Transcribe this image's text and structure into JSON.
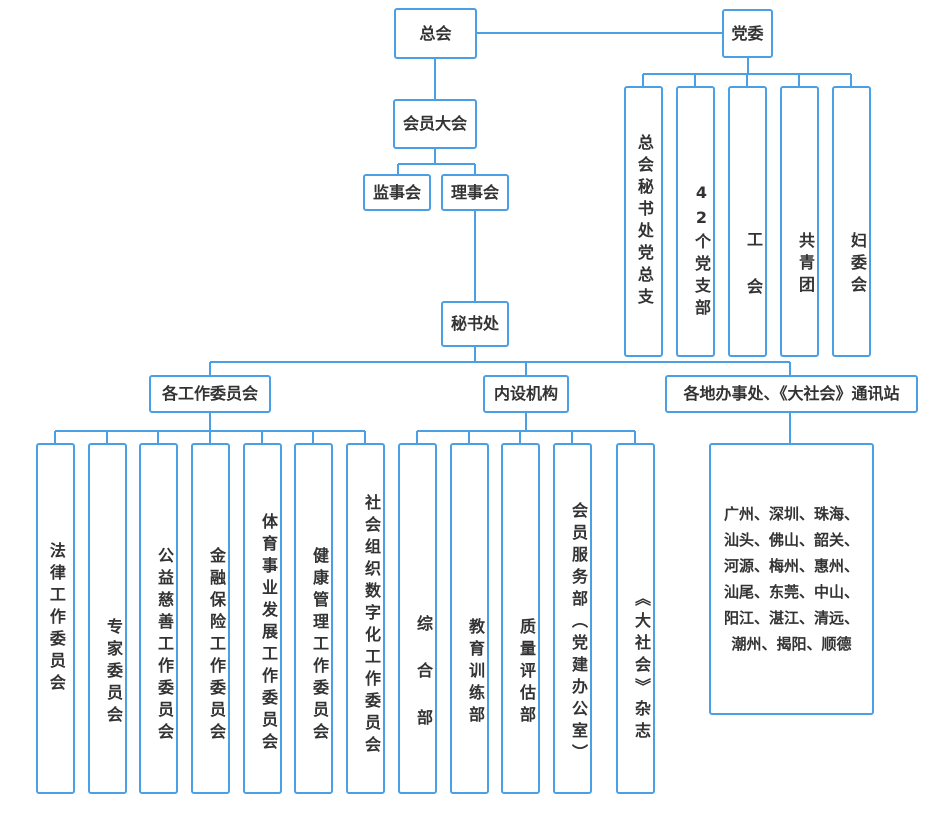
{
  "nodes": {
    "zonghui": "总会",
    "dangwei": "党委",
    "huiyuan_dahui": "会员大会",
    "jianshi": "监事会",
    "lishi": "理事会",
    "mishuchu": "秘书处",
    "gongzuo_weiyuanhui": "各工作委员会",
    "neishe_jigou": "内设机构",
    "difang": "各地办事处、《大社会》通讯站"
  },
  "party_units": [
    "总会秘书处党总支",
    "42个党支部",
    "工 会",
    "共青团",
    "妇委会"
  ],
  "committees": [
    "法律工作委员会",
    "专家委员会",
    "公益慈善工作委员会",
    "金融保险工作委员会",
    "体育事业发展工作委员会",
    "健康管理工作委员会",
    "社会组织数字化工作委员会"
  ],
  "internal_units": [
    "综 合 部",
    "教育训练部",
    "质量评估部",
    "会员服务部（党建办公室）",
    "《大社会》杂志"
  ],
  "city_lines": [
    "广州、深圳、珠海、",
    "汕头、佛山、韶关、",
    "河源、梅州、惠州、",
    "汕尾、东莞、中山、",
    "阳江、湛江、清远、",
    "潮州、揭阳、顺德"
  ],
  "colors": {
    "line": "#4a9fe5",
    "border": "#4a9fe5",
    "text": "#333333"
  }
}
